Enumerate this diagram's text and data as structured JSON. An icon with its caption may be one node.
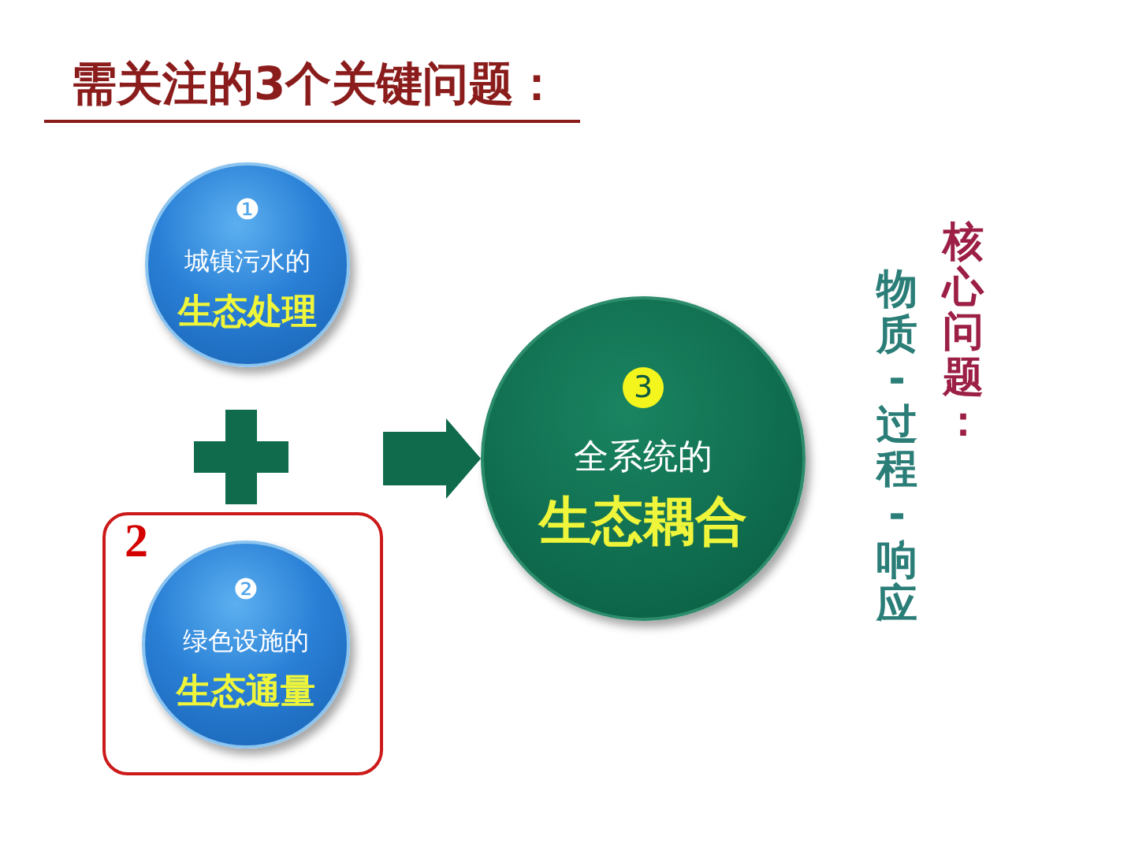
{
  "diagram": {
    "title": "需关注的3个关键问题：",
    "nodes": [
      {
        "text": [
          "❶",
          "城镇污水的",
          "生态处理"
        ]
      },
      {
        "text": [
          "2"
        ]
      },
      {
        "text": [
          "❷",
          "绿色设施的",
          "生态通量"
        ],
        "in": 1
      },
      {
        "text": [
          "3",
          "全系统的",
          "生态耦合"
        ]
      }
    ],
    "edges": [
      {
        "from": null,
        "to": 3,
        "arrow": "to"
      }
    ],
    "labels": [
      "核心问题：",
      "物质-过程-响应"
    ]
  }
}
